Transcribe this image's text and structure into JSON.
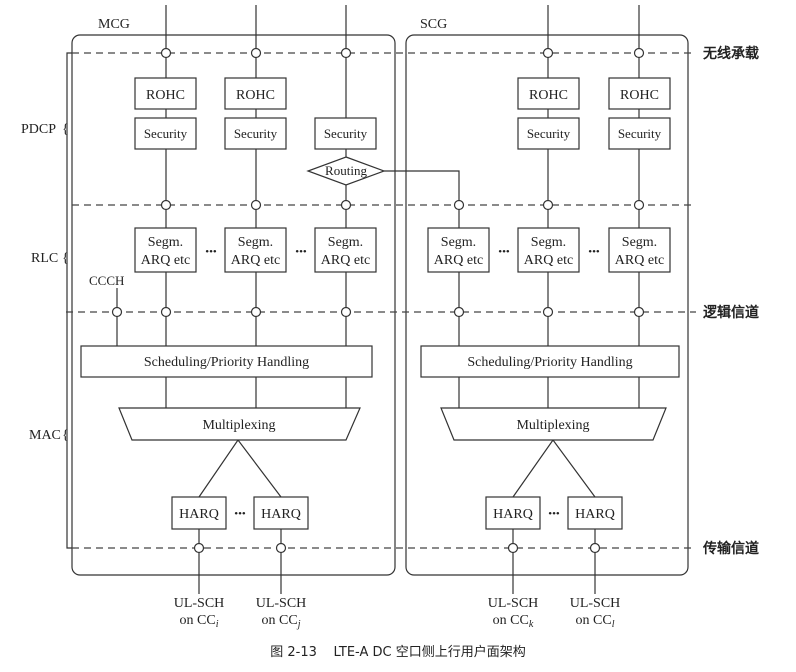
{
  "groups": {
    "mcg": "MCG",
    "scg": "SCG"
  },
  "layers": {
    "pdcp": "PDCP",
    "rlc": "RLC",
    "mac": "MAC"
  },
  "interfaces": {
    "radio_bearer": "无线承载",
    "logical_channel": "逻辑信道",
    "transport_channel": "传输信道"
  },
  "blocks": {
    "rohc": "ROHC",
    "security": "Security",
    "routing": "Routing",
    "segm_line1": "Segm.",
    "segm_line2": "ARQ etc",
    "ccch": "CCCH",
    "scheduling": "Scheduling/Priority Handling",
    "multiplexing": "Multiplexing",
    "harq": "HARQ",
    "ellipsis": "•••"
  },
  "outputs": {
    "name": "UL-SCH",
    "on": "on CC",
    "mcg": [
      "i",
      "j"
    ],
    "scg": [
      "k",
      "l"
    ]
  },
  "caption": "图 2-13    LTE-A DC 空口侧上行用户面架构"
}
